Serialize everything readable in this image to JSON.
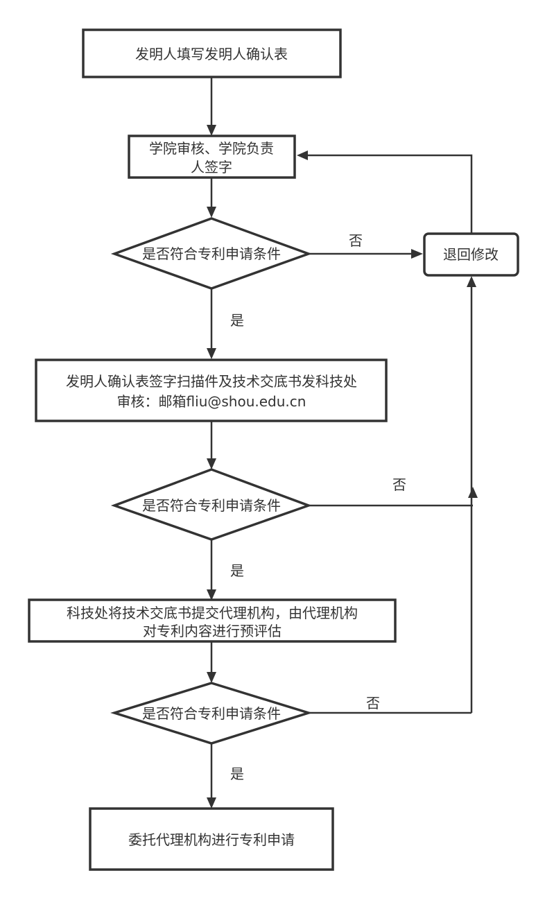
{
  "diagram": {
    "type": "flowchart",
    "colors": {
      "stroke": "#333333",
      "fill": "#ffffff",
      "text": "#333333"
    },
    "nodes": {
      "n1": {
        "shape": "rect",
        "lines": [
          "发明人填写发明人确认表"
        ]
      },
      "n2": {
        "shape": "rect",
        "lines": [
          "学院审核、学院负责",
          "人签字"
        ]
      },
      "d1": {
        "shape": "diamond",
        "lines": [
          "是否符合专利申请条件"
        ]
      },
      "r": {
        "shape": "rounded-rect",
        "lines": [
          "退回修改"
        ]
      },
      "n3": {
        "shape": "rect",
        "lines": [
          "发明人确认表签字扫描件及技术交底书发科技处",
          "审核：邮箱fliu@shou.edu.cn"
        ]
      },
      "d2": {
        "shape": "diamond",
        "lines": [
          "是否符合专利申请条件"
        ]
      },
      "n4": {
        "shape": "rect",
        "lines": [
          "科技处将技术交底书提交代理机构，由代理机构",
          "对专利内容进行预评估"
        ]
      },
      "d3": {
        "shape": "diamond",
        "lines": [
          "是否符合专利申请条件"
        ]
      },
      "n5": {
        "shape": "rect",
        "lines": [
          "委托代理机构进行专利申请"
        ]
      }
    },
    "edges": [
      {
        "from": "n1",
        "to": "n2",
        "label": ""
      },
      {
        "from": "n2",
        "to": "d1",
        "label": ""
      },
      {
        "from": "d1",
        "to": "r",
        "label": "否"
      },
      {
        "from": "d1",
        "to": "n3",
        "label": "是"
      },
      {
        "from": "r",
        "to": "n2",
        "label": ""
      },
      {
        "from": "n3",
        "to": "d2",
        "label": ""
      },
      {
        "from": "d2",
        "to": "r",
        "label": "否"
      },
      {
        "from": "d2",
        "to": "n4",
        "label": "是"
      },
      {
        "from": "n4",
        "to": "d3",
        "label": ""
      },
      {
        "from": "d3",
        "to": "r",
        "label": "否"
      },
      {
        "from": "d3",
        "to": "n5",
        "label": "是"
      }
    ]
  }
}
